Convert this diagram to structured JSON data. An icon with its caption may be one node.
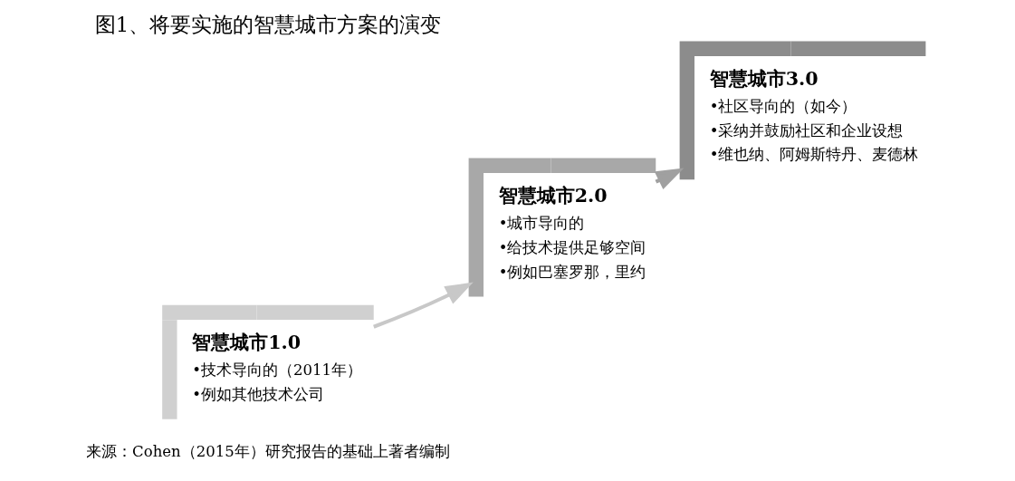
{
  "diagram": {
    "title": "图1、将要实施的智慧城市方案的演变",
    "caption": "来源：Cohen（2015年）研究报告的基础上著者编制",
    "nodes": [
      {
        "text": [
          "智慧城市1.0",
          "•技术导向的（2011年）",
          "•例如其他技术公司"
        ]
      },
      {
        "text": [
          "智慧城市2.0",
          "•城市导向的",
          "•给技术提供足够空间",
          "•例如巴塞罗那，里约"
        ]
      },
      {
        "text": [
          "智慧城市3.0",
          "•社区导向的（如今）",
          "•采纳并鼓励社区和企业设想",
          "•维也纳、阿姆斯特丹、麦德林"
        ]
      }
    ],
    "edges": [
      {
        "from": 0,
        "to": 1,
        "arrow": "to",
        "color": "#c8c8c8"
      },
      {
        "from": 1,
        "to": 2,
        "arrow": "to",
        "color": "#a0a0a0"
      }
    ]
  }
}
